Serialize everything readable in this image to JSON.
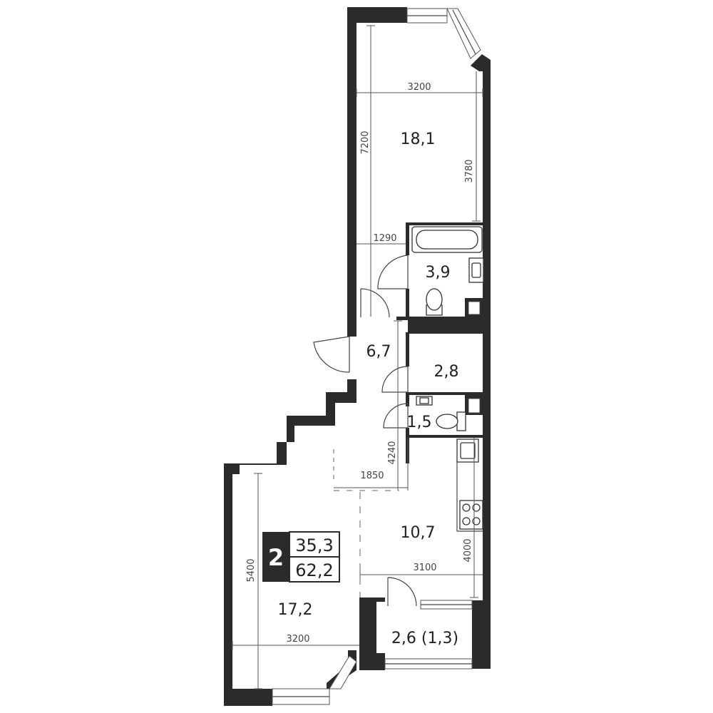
{
  "plan": {
    "rooms": {
      "room_a": "18,1",
      "bath": "3,9",
      "hall": "6,7",
      "storage": "2,8",
      "wc": "1,5",
      "kitchen": "10,7",
      "living": "17,2",
      "balcony": "2,6 (1,3)"
    },
    "dimensions": {
      "d_3200_top": "3200",
      "d_7200": "7200",
      "d_3780": "3780",
      "d_1290": "1290",
      "d_4240": "4240",
      "d_1850": "1850",
      "d_5400": "5400",
      "d_3100": "3100",
      "d_4000": "4000",
      "d_3200_bottom": "3200"
    },
    "badge": {
      "rooms": "2",
      "living_area": "35,3",
      "total_area": "62,2"
    },
    "colors": {
      "wall": "#2b2b2b",
      "badge_bg": "#2b2b2b"
    }
  }
}
